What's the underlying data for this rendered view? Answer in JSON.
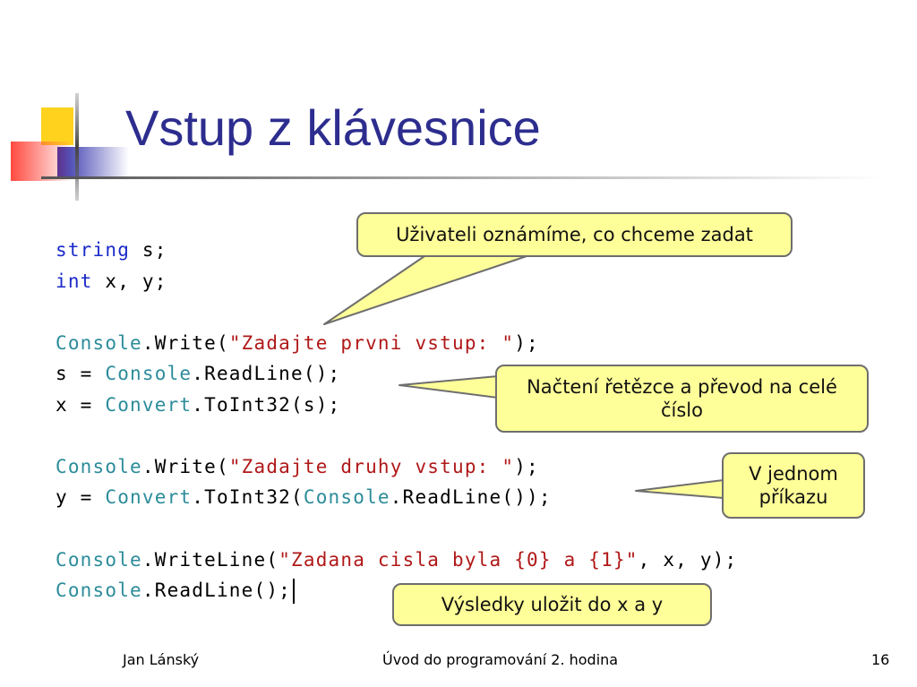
{
  "slide": {
    "title": "Vstup z klávesnice"
  },
  "code": {
    "line1": {
      "kw": "string",
      "rest": " s;"
    },
    "line2": {
      "kw": "int",
      "rest": " x, y;"
    },
    "line3": {
      "cls": "Console",
      "mid": ".Write(",
      "str": "\"Zadajte prvni vstup: \"",
      "end": ");"
    },
    "line4": {
      "pre": "s = ",
      "cls": "Console",
      "end": ".ReadLine();"
    },
    "line5": {
      "pre": "x = ",
      "cls": "Convert",
      "end": ".ToInt32(s);"
    },
    "line6": {
      "cls": "Console",
      "mid": ".Write(",
      "str": "\"Zadajte druhy vstup: \"",
      "end": ");"
    },
    "line7": {
      "pre": "y = ",
      "cls": "Convert",
      "mid": ".ToInt32(",
      "cls2": "Console",
      "end": ".ReadLine());"
    },
    "line8": {
      "cls": "Console",
      "mid": ".WriteLine(",
      "str": "\"Zadana cisla byla {0} a {1}\"",
      "end": ", x, y);"
    },
    "line9": {
      "cls": "Console",
      "end": ".ReadLine();"
    }
  },
  "callouts": {
    "announce": "Uživateli oznámíme, co chceme zadat",
    "read_convert": "Načtení řetězce a převod na celé číslo",
    "one_command": "V jednom příkazu",
    "results": "Výsledky uložit do x a y"
  },
  "footer": {
    "author": "Jan Lánský",
    "course": "Úvod do programování 2. hodina",
    "page": "16"
  },
  "colors": {
    "title": "#2d2d8f",
    "keyword": "#1b2bc9",
    "class_name": "#2c8c9a",
    "string": "#b01818",
    "callout_fill": "#ffff99",
    "deco_yellow": "#ffd21e",
    "deco_blue": "#2a2aa8",
    "deco_red": "#ff4a3f"
  }
}
